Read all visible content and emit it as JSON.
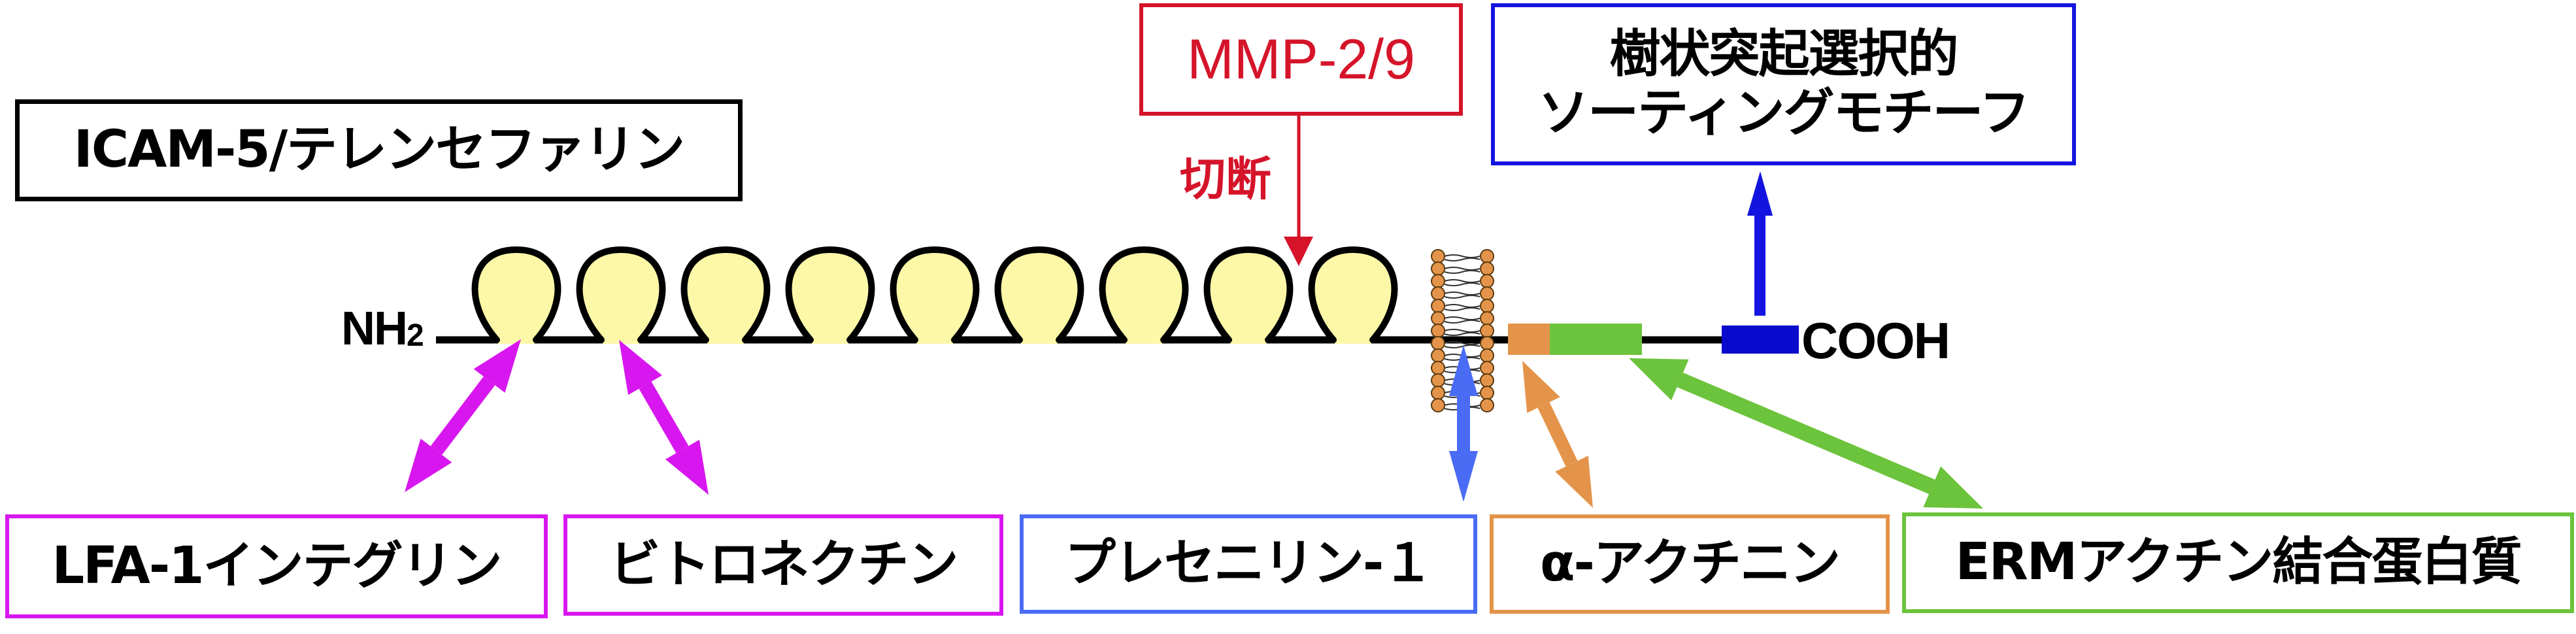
{
  "title_box": {
    "text": "ICAM-5/テレンセファリン"
  },
  "protein": {
    "n_terminus": "NH",
    "n_terminus_sub": "2",
    "c_terminus": "COOH",
    "ig_domain_count": 9
  },
  "cleavage": {
    "enzyme": "MMP-2/9",
    "action": "切断"
  },
  "sorting_motif": {
    "line1": "樹状突起選択的",
    "line2": "ソーティングモチーフ"
  },
  "binding_partners": [
    {
      "id": "lfa1",
      "label": "LFA-1インテグリン",
      "color": "#d816ef"
    },
    {
      "id": "vitronectin",
      "label": "ビトロネクチン",
      "color": "#d816ef"
    },
    {
      "id": "presenilin",
      "label": "プレセニリン-１",
      "color": "#4a6cf5"
    },
    {
      "id": "actinin",
      "label": "α-アクチニン",
      "color": "#e4944a"
    },
    {
      "id": "erm",
      "label": "ERMアクチン結合蛋白質",
      "color": "#6cc33c"
    }
  ],
  "colors": {
    "cleavage_red": "#d5142a",
    "sorting_blue": "#1414e0",
    "ig_domain_fill": "#fdf8a8",
    "membrane_head": "#e4944a",
    "actinin_domain": "#e4944a",
    "erm_domain": "#6cc33c",
    "sorting_domain": "#0a0acc"
  }
}
